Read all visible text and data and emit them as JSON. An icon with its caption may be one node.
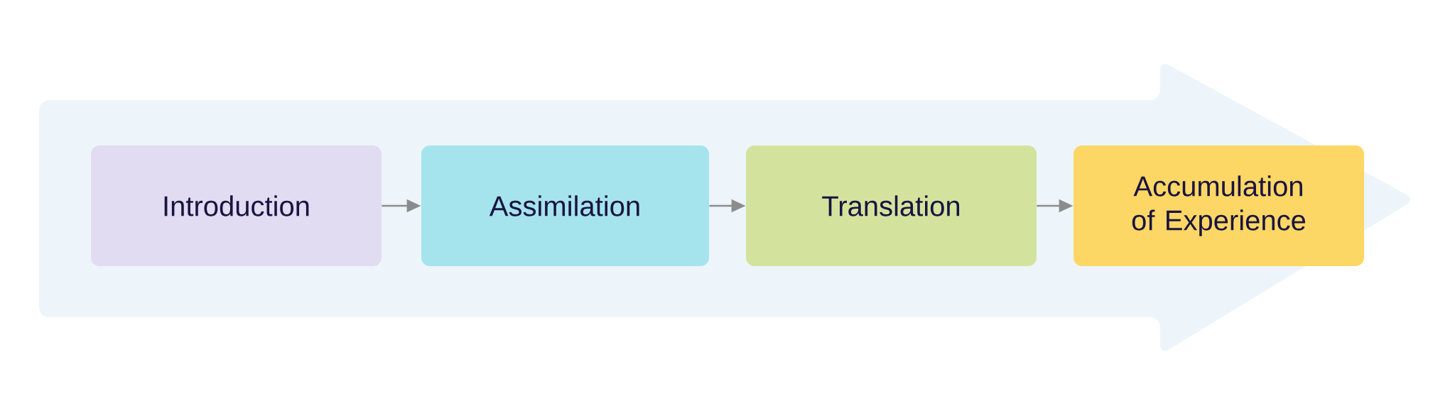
{
  "diagram": {
    "nodes": [
      {
        "text": [
          "Introduction"
        ]
      },
      {
        "text": [
          "Assimilation"
        ]
      },
      {
        "text": [
          "Translation"
        ]
      },
      {
        "text": [
          "Accumulation of Experience"
        ]
      }
    ],
    "edges": [
      {
        "from": 0,
        "to": 1,
        "arrow": "to"
      },
      {
        "from": 1,
        "to": 2,
        "arrow": "to"
      },
      {
        "from": 2,
        "to": 3,
        "arrow": "to"
      }
    ]
  }
}
